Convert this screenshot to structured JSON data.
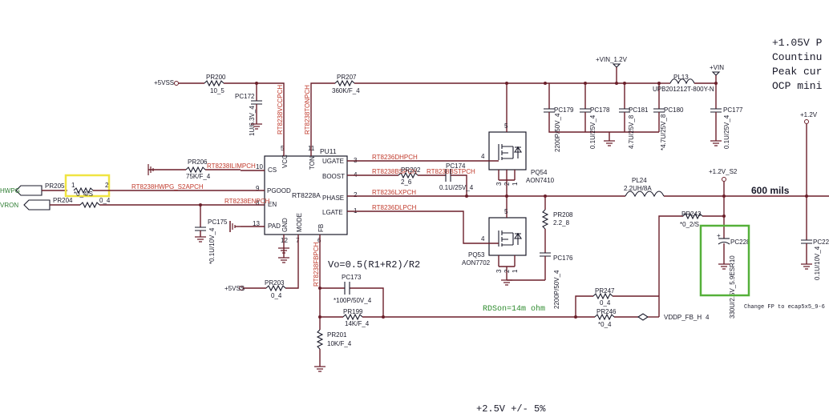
{
  "notes": {
    "vout_title": "+1.05V P",
    "continuous": "Countinu",
    "peak": "Peak cur",
    "ocp": "OCP mini",
    "formula": "Vo=0.5(R1+R2)/R2",
    "rdson": "RDSon=14m ohm",
    "tolerance": "+2.5V  +/- 5%",
    "trace_width": "600 mils",
    "change_note": "Change FP to ecap5x5_9-6"
  },
  "ic": {
    "ref": "PU11",
    "part": "RT8228A",
    "pins": {
      "cs": "CS",
      "pgood": "PGOOD",
      "en": "EN",
      "pad": "PAD",
      "vcc": "VCC",
      "ton": "TON",
      "ugate": "UGATE",
      "boost": "BOOST",
      "phase": "PHASE",
      "lgate": "LGATE",
      "gnd": "GND",
      "mode": "MODE",
      "fb": "FB"
    },
    "pin_numbers": {
      "cs": "10",
      "pgood": "9",
      "en": "8",
      "pad": "13",
      "vcc": "5",
      "ton": "11",
      "ugate": "3",
      "boost": "4",
      "phase": "2",
      "lgate": "1",
      "gnd": "12",
      "mode": "7",
      "fb": "6"
    }
  },
  "nets": {
    "vcc": "RT8238VCCPCH",
    "ton": "RT8238TONPCH",
    "ilim": "RT8238ILIMPCH",
    "hwpg": "RT8238HWPG_S2APCH",
    "en": "RT8238ENPCH",
    "dh": "RT8236DHPCH",
    "bs": "RT8238BSPCH",
    "bs2": "RT8238BSTPCH",
    "lx": "RT8236LXPCH",
    "dl": "RT8236DLPCH",
    "fb": "RT8238FBPCH"
  },
  "ports": {
    "hwpg": "HWPG",
    "vron": "VRON",
    "vddp_fb": "VDDP_FB_H",
    "vddp_fb_pin": "4"
  },
  "rails": {
    "p5vss_a": "+5VSS",
    "p5vss_b": "+5VSS",
    "vin_12": "+VIN_1.2V",
    "vin": "+VIN",
    "p12v_s2": "+1.2V_S2",
    "p12v": "+1.2V"
  },
  "parts": {
    "pr200": {
      "ref": "PR200",
      "val": "10_5"
    },
    "pr207": {
      "ref": "PR207",
      "val": "360K/F_4"
    },
    "pc172": {
      "ref": "PC172",
      "val": "1U/6.3V_4"
    },
    "pr206": {
      "ref": "PR206",
      "val": "75K/F_4"
    },
    "pr205": {
      "ref": "PR205",
      "val": "*0_4/S",
      "pin1": "1",
      "pin2": "2"
    },
    "pr204": {
      "ref": "PR204",
      "val": "0_4"
    },
    "pc175": {
      "ref": "PC175",
      "val": "*0.1U/10V_4"
    },
    "pr203": {
      "ref": "PR203",
      "val": "0_4"
    },
    "pc173": {
      "ref": "PC173",
      "val": "*100P/50V_4"
    },
    "pr199": {
      "ref": "PR199",
      "val": "14K/F_4"
    },
    "pr201": {
      "ref": "PR201",
      "val": "10K/F_4"
    },
    "pr202": {
      "ref": "PR202",
      "val": "2_6"
    },
    "pc174": {
      "ref": "PC174",
      "val": "0.1U/25V_4"
    },
    "pq54": {
      "ref": "PQ54",
      "val": "AON7410"
    },
    "pq53": {
      "ref": "PQ53",
      "val": "AON7702"
    },
    "pr208": {
      "ref": "PR208",
      "val": "2.2_8"
    },
    "pc176": {
      "ref": "PC176",
      "val": "2200P/50V_4"
    },
    "pl13": {
      "ref": "PL13",
      "val": "UPB201212T-800Y-N"
    },
    "pc179": {
      "ref": "PC179",
      "val": "2200P/50V_4"
    },
    "pc178": {
      "ref": "PC178",
      "val": "0.1U/25V_4"
    },
    "pc181": {
      "ref": "PC181",
      "val": "4.7U/25V_8"
    },
    "pc180": {
      "ref": "PC180",
      "val": "*4.7U/25V_8"
    },
    "pc177": {
      "ref": "PC177",
      "val": "0.1U/25V_4"
    },
    "pl24": {
      "ref": "PL24",
      "val": "2.2UH/8A"
    },
    "pr243": {
      "ref": "PR243",
      "val": "*0_2/S"
    },
    "pc228": {
      "ref": "PC228",
      "val": "330U/2.5V_5.9ESR10"
    },
    "pr247": {
      "ref": "PR247",
      "val": "0_4"
    },
    "pr246": {
      "ref": "PR246",
      "val": "*0_4"
    },
    "pc22x": {
      "ref": "PC22",
      "val": "0.1U/10V_4"
    }
  },
  "mosfet_pins": {
    "d": "5",
    "s1": "3",
    "s2": "2",
    "s3": "1",
    "g": "4"
  },
  "pad_pin": "13",
  "highlights": {
    "yellow": "#f0e442",
    "green": "#55b03a"
  }
}
